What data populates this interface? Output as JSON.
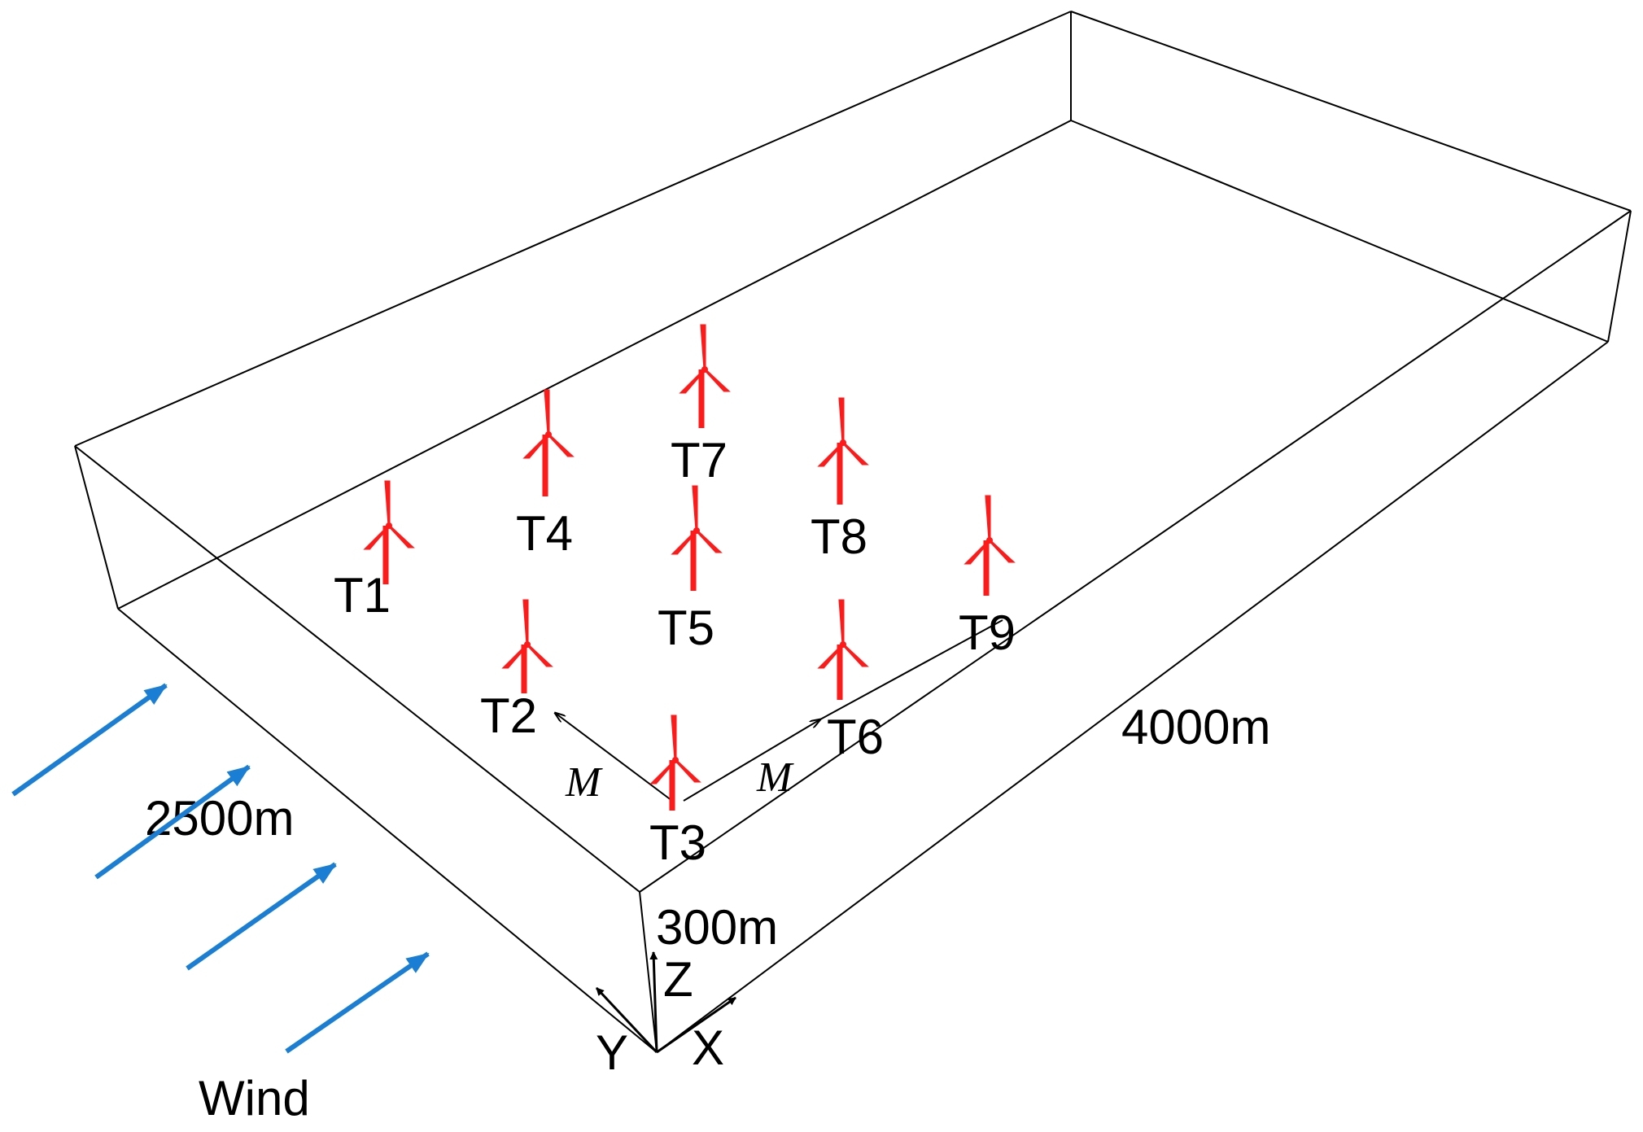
{
  "colors": {
    "turbine": "#ff1a1a",
    "wind_arrow": "#1a7fd4",
    "outline": "#000000"
  },
  "domain": {
    "length_label": "4000m",
    "width_label": "2500m",
    "height_label": "300m"
  },
  "wind": {
    "label": "Wind"
  },
  "axes": {
    "x": "X",
    "y": "Y",
    "z": "Z"
  },
  "spacing_label": "M",
  "turbines": [
    {
      "id": "T1",
      "label": "T1"
    },
    {
      "id": "T2",
      "label": "T2"
    },
    {
      "id": "T3",
      "label": "T3"
    },
    {
      "id": "T4",
      "label": "T4"
    },
    {
      "id": "T5",
      "label": "T5"
    },
    {
      "id": "T6",
      "label": "T6"
    },
    {
      "id": "T7",
      "label": "T7"
    },
    {
      "id": "T8",
      "label": "T8"
    },
    {
      "id": "T9",
      "label": "T9"
    }
  ]
}
